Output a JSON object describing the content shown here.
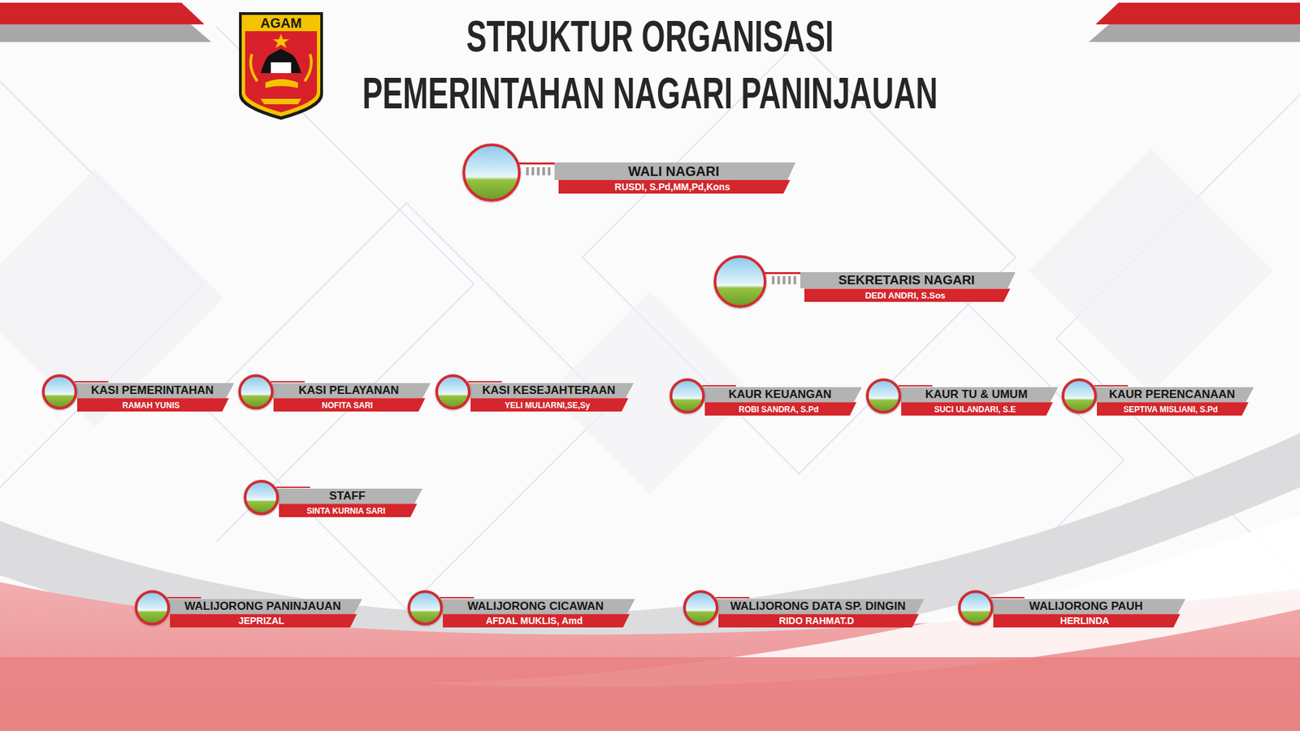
{
  "diagram": {
    "title": "STRUKTUR ORGANISASI PEMERINTAHAN NAGARI PANINJAUAN",
    "nodes": [
      {
        "text": [
          "WALI NAGARI",
          "RUSDI, S.Pd,MM,Pd,Kons"
        ]
      },
      {
        "text": [
          "SEKRETARIS NAGARI",
          "DEDI ANDRI, S.Sos"
        ]
      },
      {
        "text": [
          "KASI PEMERINTAHAN",
          "RAMAH YUNIS"
        ]
      },
      {
        "text": [
          "KASI PELAYANAN",
          "NOFITA SARI"
        ]
      },
      {
        "text": [
          "KASI KESEJAHTERAAN",
          "YELI MULIARNI,SE,Sy"
        ]
      },
      {
        "text": [
          "KAUR KEUANGAN",
          "ROBI SANDRA, S.Pd"
        ]
      },
      {
        "text": [
          "KAUR TU & UMUM",
          "SUCI ULANDARI, S.E"
        ]
      },
      {
        "text": [
          "KAUR PERENCANAAN",
          "SEPTIVA MISLIANI, S.Pd"
        ]
      },
      {
        "text": [
          "STAFF",
          "SINTA KURNIA SARI"
        ]
      },
      {
        "text": [
          "WALIJORONG PANINJAUAN",
          "JEPRIZAL"
        ]
      },
      {
        "text": [
          "WALIJORONG CICAWAN",
          "AFDAL MUKLIS, Amd"
        ]
      },
      {
        "text": [
          "WALIJORONG DATA SP. DINGIN",
          "RIDO RAHMAT.D"
        ]
      },
      {
        "text": [
          "WALIJORONG PAUH",
          "HERLINDA"
        ]
      }
    ],
    "labels": [
      "AGAM"
    ]
  }
}
